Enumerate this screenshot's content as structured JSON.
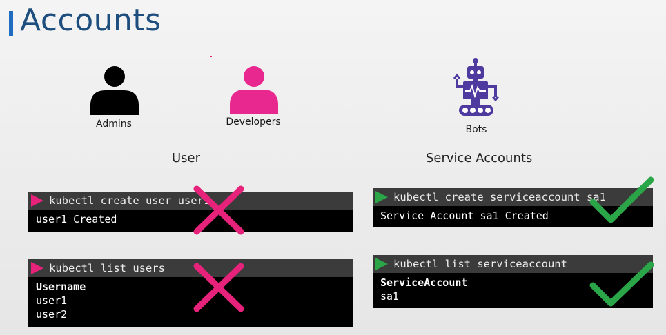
{
  "header": {
    "title": "Accounts"
  },
  "people": [
    {
      "label": "Admins",
      "color": "#000000",
      "icon": "person-icon"
    },
    {
      "label": "Developers",
      "color": "#e8278f",
      "icon": "person-icon"
    },
    {
      "label": "Bots",
      "color": "#4f3aa0",
      "icon": "robot-icon"
    }
  ],
  "sections": {
    "user": "User",
    "service": "Service Accounts"
  },
  "terminals": {
    "create_user": {
      "command": "kubectl create user user1",
      "output": [
        "user1 Created"
      ]
    },
    "list_users": {
      "command": "kubectl list users",
      "output_header": "Username",
      "output": [
        "user1",
        "user2"
      ]
    },
    "create_sa": {
      "command": "kubectl create serviceaccount sa1",
      "output": [
        "Service Account sa1 Created"
      ]
    },
    "list_sa": {
      "command": "kubectl list serviceaccount",
      "output_header": "ServiceAccount",
      "output": [
        "sa1"
      ]
    }
  },
  "colors": {
    "title": "#1d4e7e",
    "accent_bar": "#1f6cc0",
    "pink": "#e6227a",
    "green": "#2aa548",
    "robot": "#4f3aa0"
  },
  "marks": {
    "cross": "cross-mark-icon",
    "check": "check-mark-icon"
  }
}
